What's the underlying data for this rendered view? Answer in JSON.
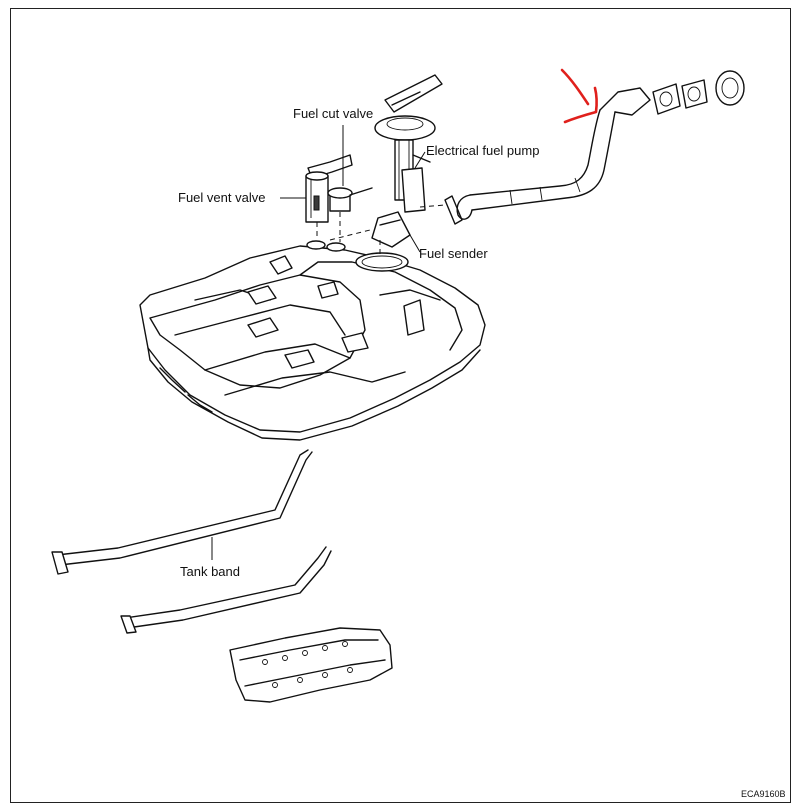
{
  "labels": {
    "fuel_cut_valve": "Fuel cut valve",
    "electrical_fuel_pump": "Electrical fuel pump",
    "fuel_vent_valve": "Fuel vent valve",
    "fuel_sender": "Fuel sender",
    "tank_band": "Tank band"
  },
  "figure_code": "ECA9160B",
  "colors": {
    "annotation_arrow": "#e0201c",
    "line_art": "#111111"
  }
}
